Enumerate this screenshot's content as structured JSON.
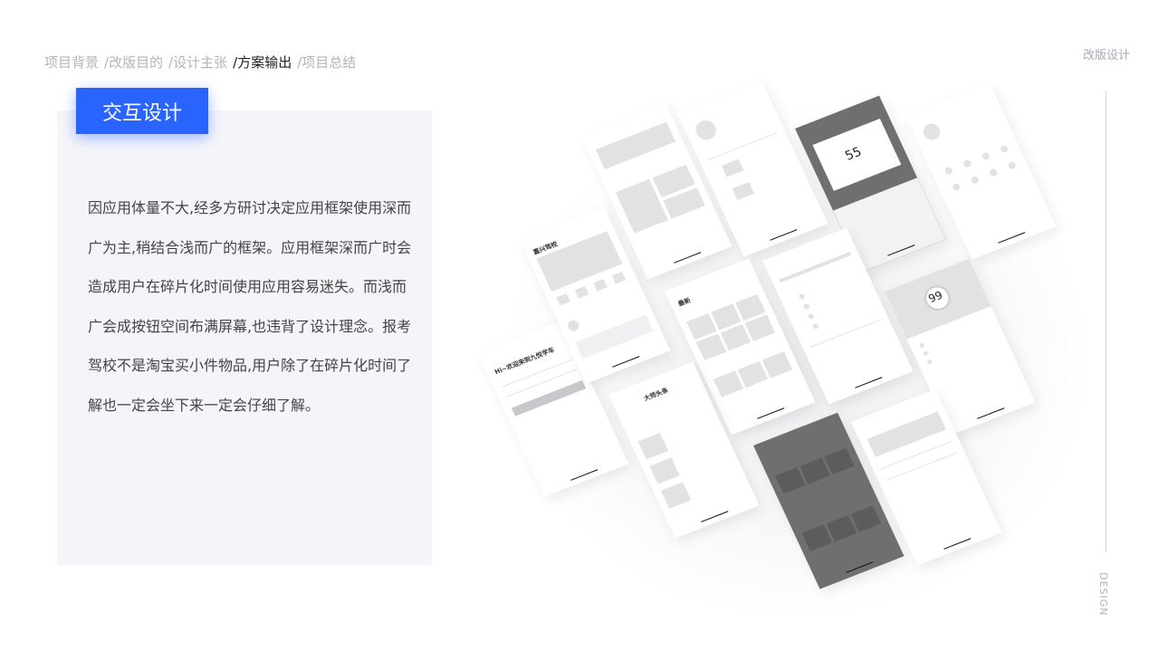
{
  "nav": {
    "items": [
      {
        "label": "项目背景",
        "active": false
      },
      {
        "label": "/改版目的",
        "active": false
      },
      {
        "label": "/设计主张",
        "active": false
      },
      {
        "label": "/方案输出",
        "active": true
      },
      {
        "label": "/项目总结",
        "active": false
      }
    ]
  },
  "corner_label": "改版设计",
  "side_label": "DESIGN",
  "section": {
    "title": "交互设计",
    "body": "因应用体量不大,经多方研讨决定应用框架使用深而广为主,稍结合浅而广的框架。应用框架深而广时会造成用户在碎片化时间使用应用容易迷失。而浅而广会成按钮空间布满屏幕,也违背了设计理念。报考驾校不是淘宝买小件物品,用户除了在碎片化时间了解也一定会坐下来一定会仔细了解。"
  },
  "mockups": {
    "login_title": "Hi~欢迎来到九悦学车",
    "home_title": "嘉兴驾校",
    "list_title": "大师头条",
    "feed_tab": "最新",
    "score_value": "55",
    "score_ring_value": "99",
    "colors": {
      "accent": "#2a64ff",
      "panel": "#f4f5f9",
      "wire": "#e2e2e4",
      "dark": "#6f6f6f"
    }
  }
}
